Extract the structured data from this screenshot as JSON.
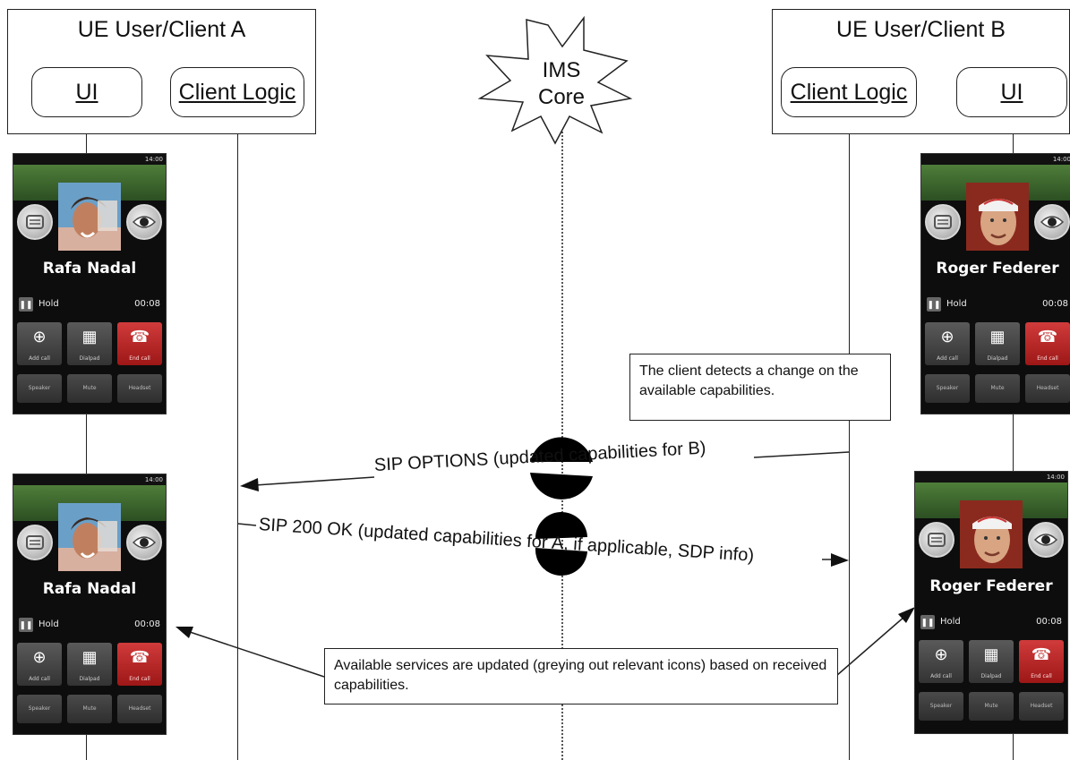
{
  "client_a": {
    "title": "UE User/Client A",
    "ui_label": "UI",
    "logic_label": "Client Logic",
    "phone_top": {
      "status_time": "14:00",
      "contact_name": "Rafa Nadal",
      "hold_label": "Hold",
      "call_time": "00:08",
      "add_call": "Add call",
      "dialpad": "Dialpad",
      "end_call": "End call",
      "speaker": "Speaker",
      "mute": "Mute",
      "headset": "Headset"
    },
    "phone_bottom": {
      "status_time": "14:00",
      "contact_name": "Rafa Nadal",
      "hold_label": "Hold",
      "call_time": "00:08",
      "add_call": "Add call",
      "dialpad": "Dialpad",
      "end_call": "End call",
      "speaker": "Speaker",
      "mute": "Mute",
      "headset": "Headset"
    }
  },
  "client_b": {
    "title": "UE User/Client B",
    "ui_label": "UI",
    "logic_label": "Client Logic",
    "phone_top": {
      "status_time": "14:00",
      "contact_name": "Roger Federer",
      "hold_label": "Hold",
      "call_time": "00:08",
      "add_call": "Add call",
      "dialpad": "Dialpad",
      "end_call": "End call",
      "speaker": "Speaker",
      "mute": "Mute",
      "headset": "Headset"
    },
    "phone_bottom": {
      "status_time": "14:00",
      "contact_name": "Roger Federer",
      "hold_label": "Hold",
      "call_time": "00:08",
      "add_call": "Add call",
      "dialpad": "Dialpad",
      "end_call": "End call",
      "speaker": "Speaker",
      "mute": "Mute",
      "headset": "Headset"
    }
  },
  "ims_core": {
    "line1": "IMS",
    "line2": "Core"
  },
  "messages": {
    "options": "SIP OPTIONS (updated capabilities for B)",
    "ok": "SIP 200 OK (updated capabilities for A, if applicable, SDP info)"
  },
  "notes": {
    "detect": "The client detects a change on the available capabilities.",
    "update": "Available services are updated (greying out relevant icons) based on received capabilities."
  },
  "colors": {
    "line": "#222222",
    "end_call_red": "#c62828",
    "band_green": "#3f6a2e"
  }
}
